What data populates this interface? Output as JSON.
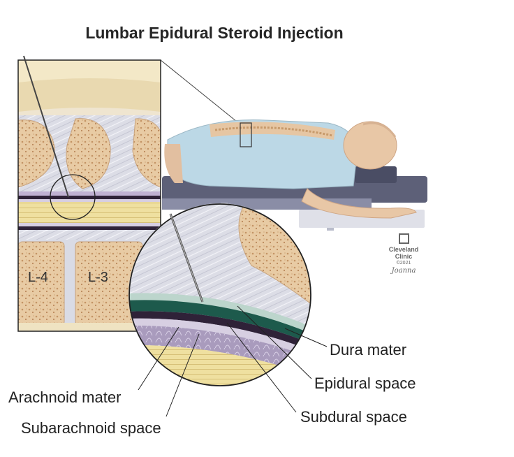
{
  "title": "Lumbar Epidural Steroid Injection",
  "vertebrae": {
    "left": "L-4",
    "right": "L-3"
  },
  "labels": {
    "dura_mater": "Dura mater",
    "epidural_space": "Epidural space",
    "subdural_space": "Subdural space",
    "arachnoid_mater": "Arachnoid mater",
    "subarachnoid_space": "Subarachnoid space"
  },
  "credit": {
    "org_line1": "Cleveland",
    "org_line2": "Clinic",
    "year": "©2021",
    "signature": "Joanna"
  },
  "colors": {
    "bone": "#e9cfaa",
    "bone_spots": "#c79a6b",
    "ligament": "#d8d8e2",
    "dura": "#2f2238",
    "epidural": "#1d5a4c",
    "arachnoid": "#b5a6c6",
    "nerve": "#efe2a4",
    "skin_top": "#e6c7a4",
    "gown": "#bcd9e6",
    "table": "#5c5f7a"
  }
}
